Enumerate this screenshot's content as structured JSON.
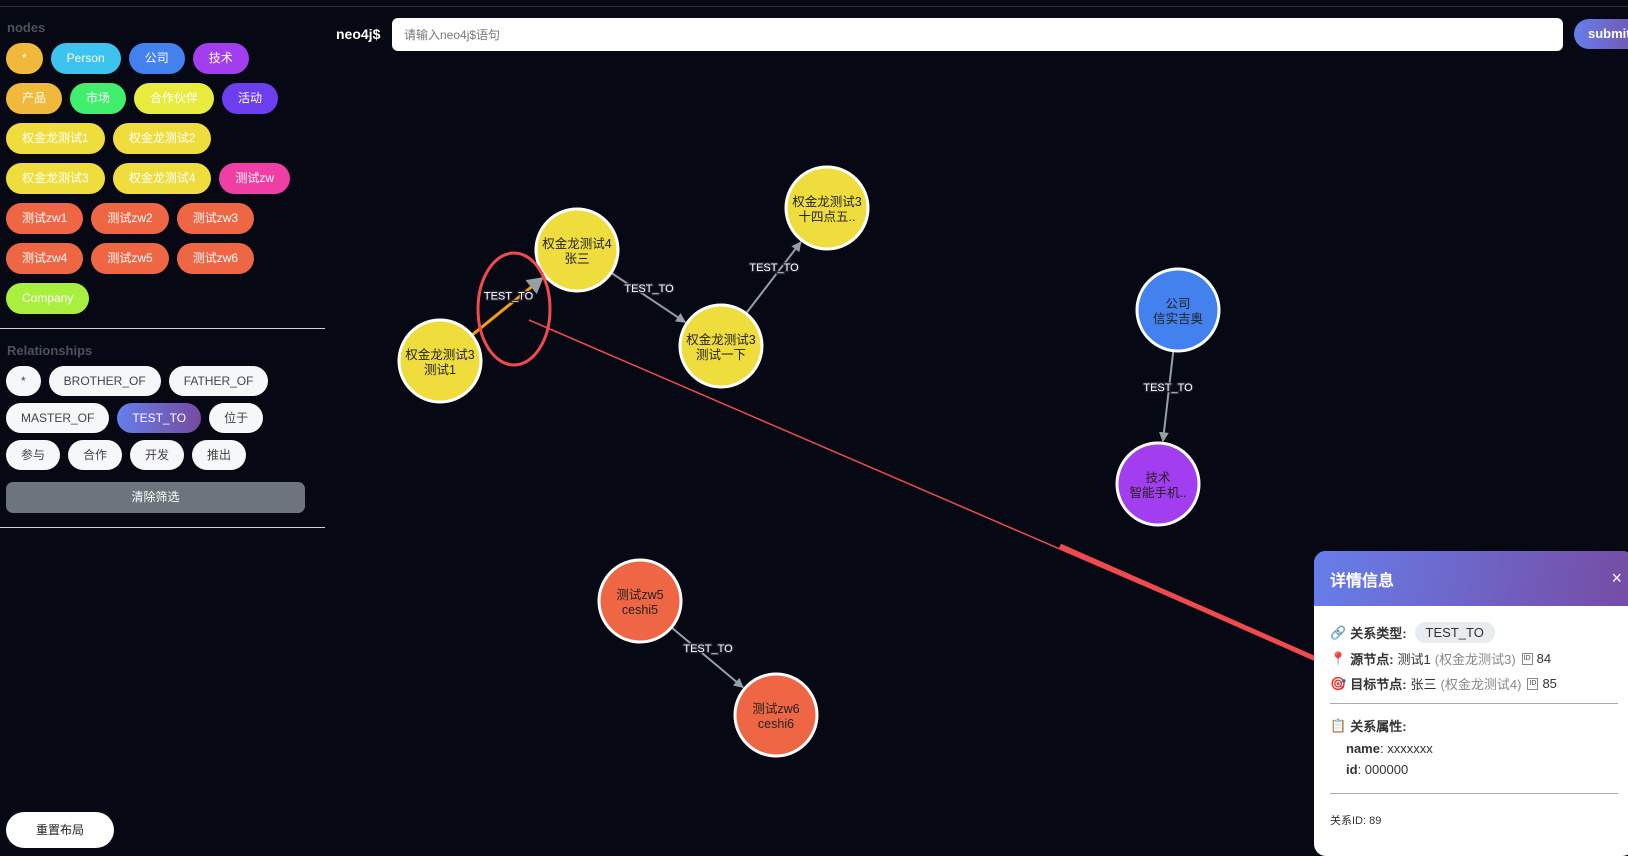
{
  "sidebar": {
    "nodes_title": "nodes",
    "node_labels": [
      {
        "label": "*",
        "color": "#f0b93b"
      },
      {
        "label": "Person",
        "color": "#3cc3ef"
      },
      {
        "label": "公司",
        "color": "#4381ef"
      },
      {
        "label": "技术",
        "color": "#a23ef0"
      },
      {
        "label": "产品",
        "color": "#f0b93b"
      },
      {
        "label": "市场",
        "color": "#3fef6d"
      },
      {
        "label": "合作伙伴",
        "color": "#e8ec3e"
      },
      {
        "label": "活动",
        "color": "#6c3ef0"
      },
      {
        "label": "权金龙测试1",
        "color": "#efdd3e"
      },
      {
        "label": "权金龙测试2",
        "color": "#efdd3e"
      },
      {
        "label": "权金龙测试3",
        "color": "#efdd3e"
      },
      {
        "label": "权金龙测试4",
        "color": "#efdd3e"
      },
      {
        "label": "测试zw",
        "color": "#ef3ea4"
      },
      {
        "label": "测试zw1",
        "color": "#ef6644"
      },
      {
        "label": "测试zw2",
        "color": "#ef6644"
      },
      {
        "label": "测试zw3",
        "color": "#ef6644"
      },
      {
        "label": "测试zw4",
        "color": "#ef6644"
      },
      {
        "label": "测试zw5",
        "color": "#ef6644"
      },
      {
        "label": "测试zw6",
        "color": "#ef6644"
      },
      {
        "label": "Company",
        "color": "#a8ef3e"
      }
    ],
    "rels_title": "Relationships",
    "relationships": [
      {
        "label": "*",
        "active": false
      },
      {
        "label": "BROTHER_OF",
        "active": false
      },
      {
        "label": "FATHER_OF",
        "active": false
      },
      {
        "label": "MASTER_OF",
        "active": false
      },
      {
        "label": "TEST_TO",
        "active": true
      },
      {
        "label": "位于",
        "active": false
      },
      {
        "label": "参与",
        "active": false
      },
      {
        "label": "合作",
        "active": false
      },
      {
        "label": "开发",
        "active": false
      },
      {
        "label": "推出",
        "active": false
      }
    ],
    "clear_label": "清除筛选",
    "reset_label": "重置布局"
  },
  "query": {
    "label": "neo4j$",
    "placeholder": "请输入neo4j$语句",
    "value": "",
    "submit_label": "submit"
  },
  "graph": {
    "nodes": [
      {
        "id": "n1",
        "line1": "权金龙测试3",
        "line2": "测试1",
        "color": "#efdd3e",
        "text": "#222"
      },
      {
        "id": "n2",
        "line1": "权金龙测试4",
        "line2": "张三",
        "color": "#efdd3e",
        "text": "#222"
      },
      {
        "id": "n3",
        "line1": "权金龙测试3",
        "line2": "测试一下",
        "color": "#efdd3e",
        "text": "#222"
      },
      {
        "id": "n4",
        "line1": "权金龙测试3",
        "line2": "十四点五..",
        "color": "#efdd3e",
        "text": "#222"
      },
      {
        "id": "n5",
        "line1": "公司",
        "line2": "信实吉奥",
        "color": "#4381ef",
        "text": "#222"
      },
      {
        "id": "n6",
        "line1": "技术",
        "line2": "智能手机..",
        "color": "#a23ef0",
        "text": "#222"
      },
      {
        "id": "n7",
        "line1": "测试zw5",
        "line2": "ceshi5",
        "color": "#ef6644",
        "text": "#222"
      },
      {
        "id": "n8",
        "line1": "测试zw6",
        "line2": "ceshi6",
        "color": "#ef6644",
        "text": "#222"
      }
    ],
    "edges": [
      {
        "from": "n1",
        "to": "n2",
        "label": "TEST_TO",
        "selected": true
      },
      {
        "from": "n2",
        "to": "n3",
        "label": "TEST_TO",
        "selected": false
      },
      {
        "from": "n3",
        "to": "n4",
        "label": "TEST_TO",
        "selected": false
      },
      {
        "from": "n5",
        "to": "n6",
        "label": "TEST_TO",
        "selected": false
      },
      {
        "from": "n7",
        "to": "n8",
        "label": "TEST_TO",
        "selected": false
      }
    ]
  },
  "details": {
    "title": "详情信息",
    "close": "×",
    "type_label": "关系类型:",
    "type_value": "TEST_TO",
    "source_label": "源节点:",
    "source_name": "测试1",
    "source_type": "(权金龙测试3)",
    "source_id": "84",
    "target_label": "目标节点:",
    "target_name": "张三",
    "target_type": "(权金龙测试4)",
    "target_id": "85",
    "id_badge": "ID",
    "props_label": "关系属性:",
    "props": [
      {
        "key": "name",
        "value": "xxxxxxx"
      },
      {
        "key": "id",
        "value": "000000"
      }
    ],
    "rel_id_label": "关系ID: 89"
  }
}
